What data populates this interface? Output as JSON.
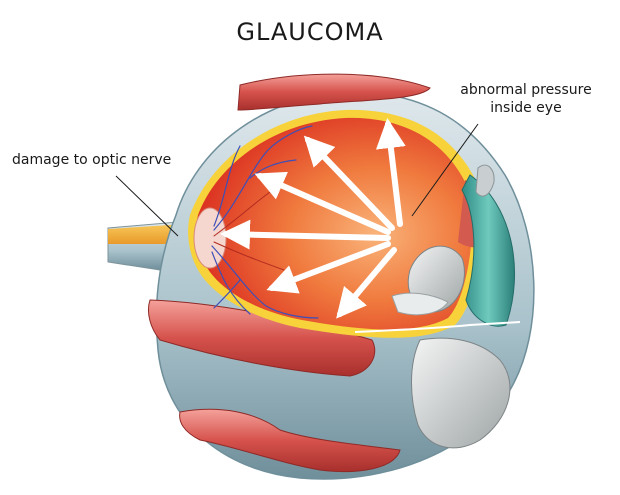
{
  "title": "GLAUCOMA",
  "labels": {
    "optic_nerve": "damage to optic nerve",
    "pressure_line1": "abnormal pressure",
    "pressure_line2": "inside eye"
  },
  "colors": {
    "vitreous": "#e8412a",
    "retina_yellow": "#f7d23a",
    "sclera": "#b8cdd4",
    "muscle": "#d95a55",
    "lens": "#c8cccc",
    "cornea": "#3fa9a0",
    "vein": "#3d4fb8"
  }
}
